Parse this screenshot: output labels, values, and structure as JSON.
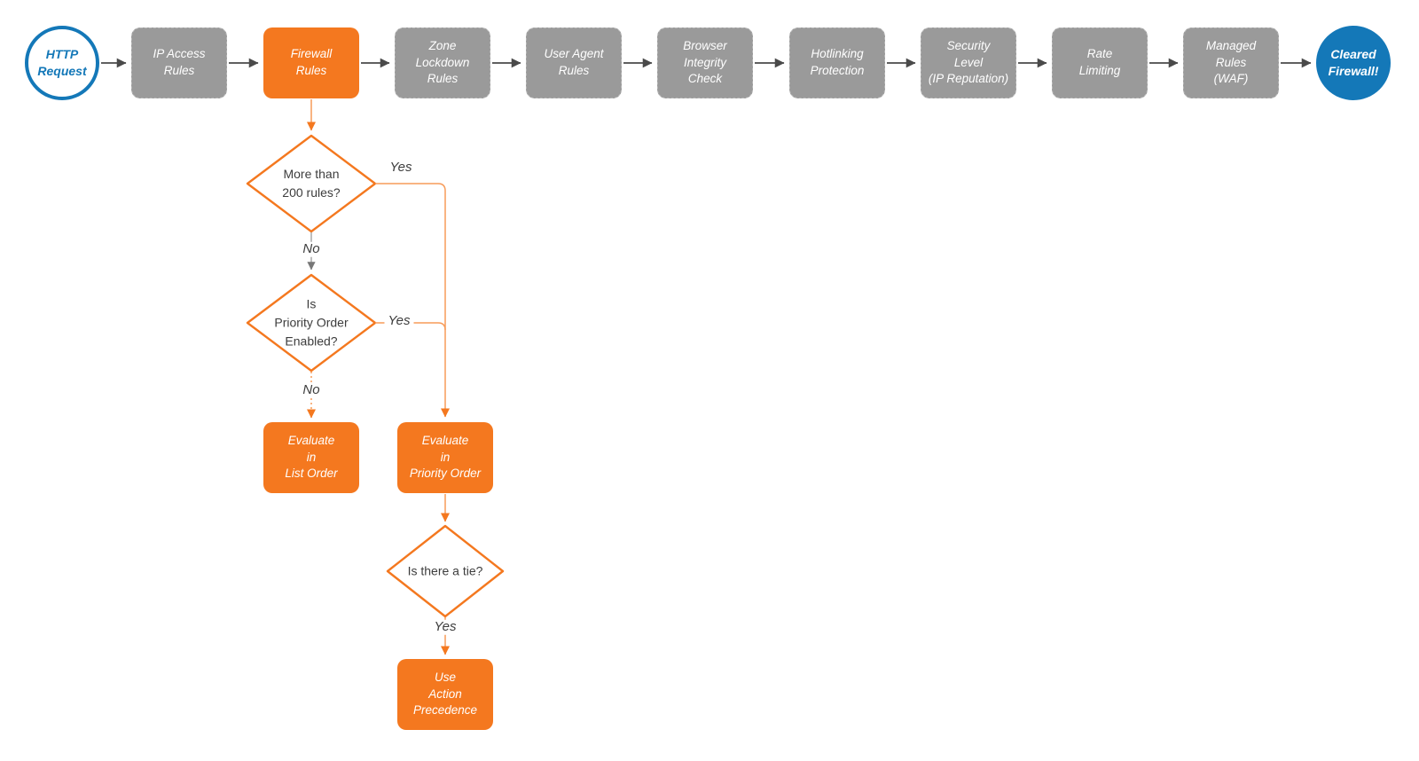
{
  "colors": {
    "orange": "#F4781F",
    "orange-line": "#F79B59",
    "gray-box": "#9A9A9A",
    "gray-box-border": "#B5B5B5",
    "gray-line": "#A8A8A8",
    "arrow-dark": "#4A4A4A",
    "arrow-gray": "#777777",
    "blue": "#1478B8",
    "text-dark": "#3D3D3D",
    "bg": "#FFFFFF"
  },
  "flow": {
    "start": {
      "label": "HTTP\nRequest"
    },
    "end": {
      "label": "Cleared\nFirewall!"
    },
    "pipeline": [
      {
        "label": "IP Access\nRules"
      },
      {
        "label": "Firewall\nRules"
      },
      {
        "label": "Zone\nLockdown\nRules"
      },
      {
        "label": "User Agent\nRules"
      },
      {
        "label": "Browser\nIntegrity\nCheck"
      },
      {
        "label": "Hotlinking\nProtection"
      },
      {
        "label": "Security\nLevel\n(IP Reputation)"
      },
      {
        "label": "Rate\nLimiting"
      },
      {
        "label": "Managed\nRules\n(WAF)"
      }
    ],
    "decisions": [
      {
        "label": "More than\n200 rules?"
      },
      {
        "label": "Is\nPriority Order\nEnabled?"
      },
      {
        "label": "Is there a tie?"
      }
    ],
    "actions": [
      {
        "label": "Evaluate\nin\nList Order"
      },
      {
        "label": "Evaluate\nin\nPriority Order"
      },
      {
        "label": "Use\nAction\nPrecedence"
      }
    ],
    "edge_labels": {
      "more_rules_yes": "Yes",
      "more_rules_no": "No",
      "priority_yes": "Yes",
      "priority_no": "No",
      "tie_yes": "Yes"
    }
  }
}
